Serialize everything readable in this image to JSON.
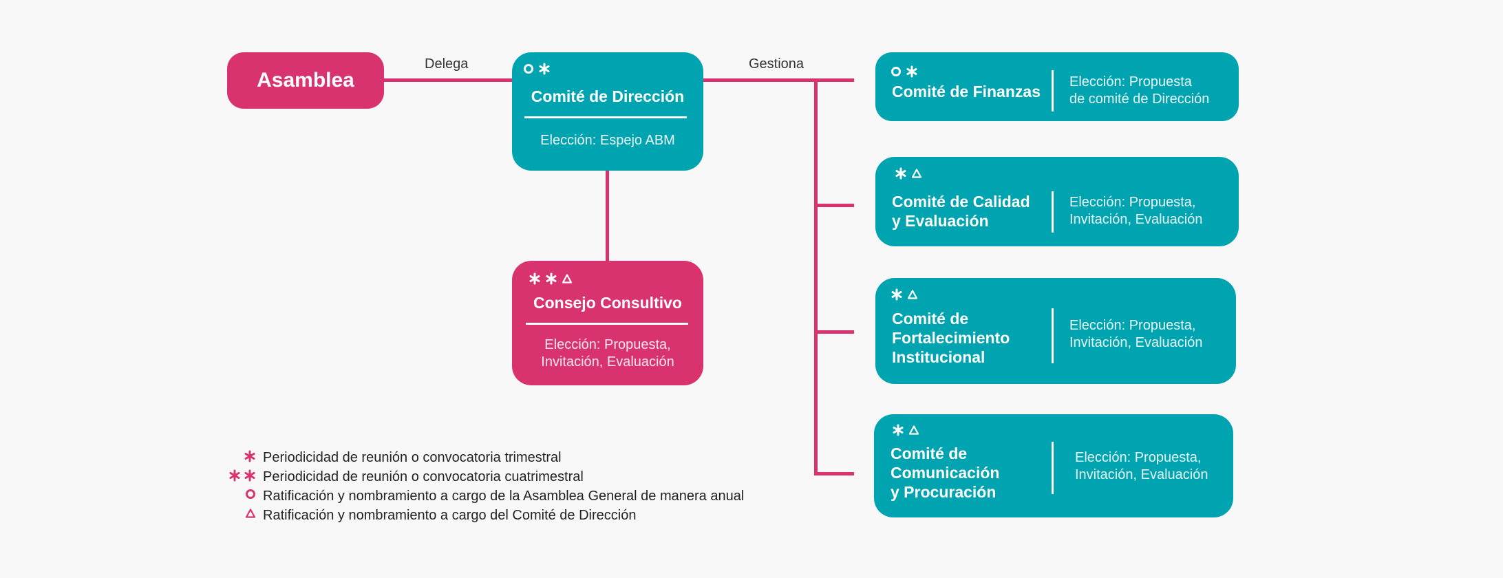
{
  "colors": {
    "teal": "#00a4b1",
    "pink": "#d9336f",
    "background": "#f8f8f8"
  },
  "edges": {
    "delega": "Delega",
    "gestiona": "Gestiona"
  },
  "nodes": {
    "asamblea": {
      "title": "Asamblea"
    },
    "direccion": {
      "symbols": [
        "circle",
        "asterisk"
      ],
      "title": "Comité de Dirección",
      "election": "Elección: Espejo ABM"
    },
    "consejo": {
      "symbols": [
        "asterisk",
        "asterisk",
        "triangle"
      ],
      "title": "Consejo Consultivo",
      "election": [
        "Elección: Propuesta,",
        "Invitación, Evaluación"
      ]
    },
    "finanzas": {
      "symbols": [
        "circle",
        "asterisk"
      ],
      "title": [
        "Comité de Finanzas"
      ],
      "election": [
        "Elección: Propuesta",
        "de comité de Dirección"
      ]
    },
    "calidad": {
      "symbols": [
        "asterisk",
        "triangle"
      ],
      "title": [
        "Comité de Calidad",
        "y Evaluación"
      ],
      "election": [
        "Elección: Propuesta,",
        "Invitación, Evaluación"
      ]
    },
    "fortalecimiento": {
      "symbols": [
        "asterisk",
        "triangle"
      ],
      "title": [
        "Comité de",
        "Fortalecimiento",
        "Institucional"
      ],
      "election": [
        "Elección: Propuesta,",
        "Invitación, Evaluación"
      ]
    },
    "comunicacion": {
      "symbols": [
        "asterisk",
        "triangle"
      ],
      "title": [
        "Comité de",
        "Comunicación",
        "y Procuración"
      ],
      "election": [
        "Elección: Propuesta,",
        "Invitación, Evaluación"
      ]
    }
  },
  "legend": [
    {
      "symbols": [
        "asterisk"
      ],
      "text": "Periodicidad de reunión o convocatoria trimestral"
    },
    {
      "symbols": [
        "asterisk",
        "asterisk"
      ],
      "text": "Periodicidad de reunión o convocatoria cuatrimestral"
    },
    {
      "symbols": [
        "circle"
      ],
      "text": "Ratificación y nombramiento a cargo de la Asamblea General de manera anual"
    },
    {
      "symbols": [
        "triangle"
      ],
      "text": "Ratificación y nombramiento a cargo del Comité de Dirección"
    }
  ]
}
